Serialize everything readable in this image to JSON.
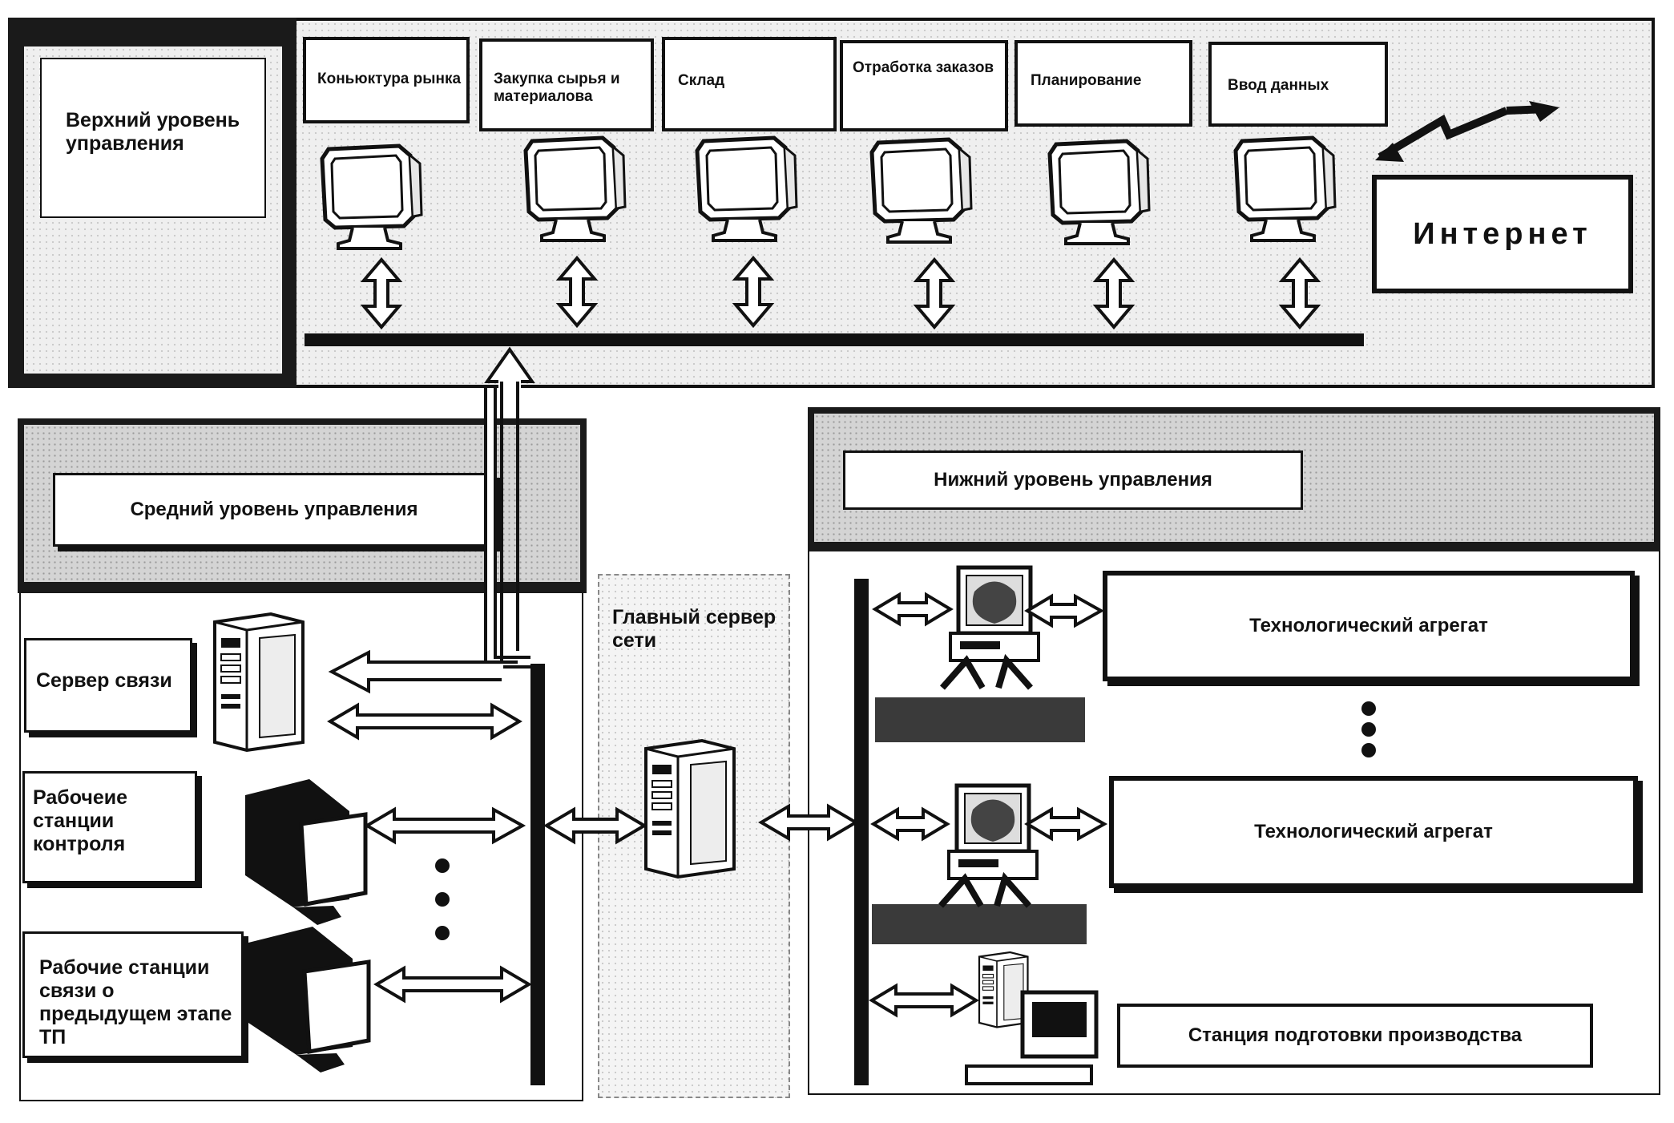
{
  "top": {
    "title": "Верхний уровень управления",
    "departments": [
      "Коньюктура рынка",
      "Закупка сырья и материалова",
      "Склад",
      "Отработка заказов",
      "Планирование",
      "Ввод данных"
    ],
    "internet": "Интернет"
  },
  "middle": {
    "title": "Средний уровень управления",
    "items": [
      "Сервер связи",
      "Рабочеие станции контроля",
      "Рабочие станции связи о предыдущем этапе ТП"
    ]
  },
  "main_server": "Главный сервер сети",
  "bottom": {
    "title": "Нижний уровень управления",
    "items": [
      "Технологический агрегат",
      "Технологический агрегат",
      "Станция подготовки производства"
    ]
  }
}
